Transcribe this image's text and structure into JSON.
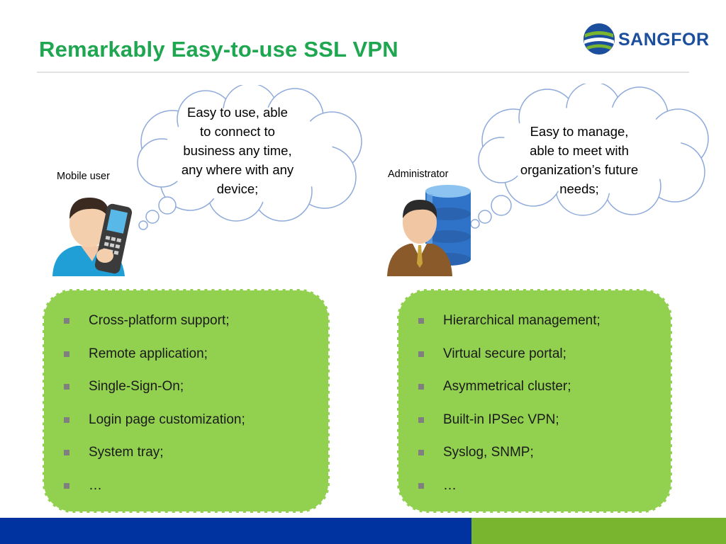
{
  "slide": {
    "title": "Remarkably Easy-to-use SSL VPN",
    "logo_text": "SANGFOR"
  },
  "left": {
    "role_label": "Mobile user",
    "thought_lines": [
      "Easy to use, able",
      "to connect to",
      "business any time,",
      "any where with any",
      "device;"
    ],
    "features": [
      {
        "text": "Cross-platform support;"
      },
      {
        "text": "Remote application;"
      },
      {
        "text": "Single-Sign-On;"
      },
      {
        "text": "Login page customization;"
      },
      {
        "text": "System tray;"
      },
      {
        "text": "…"
      }
    ]
  },
  "right": {
    "role_label": "Administrator",
    "thought_lines": [
      "Easy to manage,",
      "able to meet with",
      "organization’s future",
      "needs;"
    ],
    "features": [
      {
        "text": "Hierarchical management;"
      },
      {
        "text": "Virtual secure portal;"
      },
      {
        "text": "Asymmetrical cluster;"
      },
      {
        "text": "Built-in IPSec VPN;"
      },
      {
        "text": "Syslog, SNMP;"
      },
      {
        "text": "…"
      }
    ]
  },
  "colors": {
    "title": "#1ea650",
    "panel": "#92d050",
    "footer_blue": "#0033a0",
    "footer_green": "#7ab530"
  }
}
